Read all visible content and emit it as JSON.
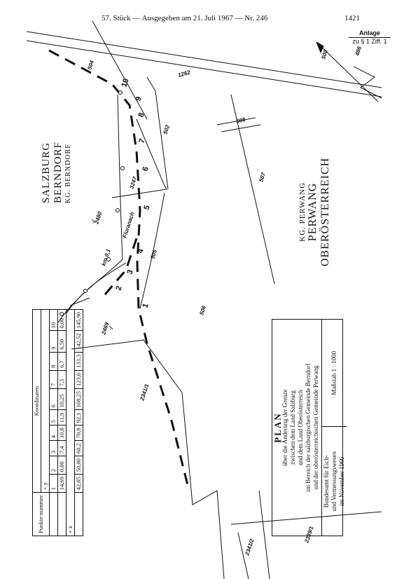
{
  "header": {
    "left": "57. Stück — Ausgegeben am 21. Juli 1967 — Nr. 246",
    "page": "1421"
  },
  "anlage": {
    "title": "Anlage",
    "ref": "zu § 1 Ziff. 1"
  },
  "regions": {
    "salzburg": [
      "SALZBURG",
      "BERNDORF",
      "KG. BERNDORF"
    ],
    "ooe": [
      "KG. PERWANG",
      "PERWANG",
      "OBERÖSTERREICH"
    ]
  },
  "parcels": [
    "486",
    "500",
    "504",
    "1262",
    "508",
    "502",
    "507",
    "3247",
    "2480",
    "506",
    "505",
    "2469",
    "2341/1",
    "2341/2",
    "2339/1"
  ],
  "points": [
    "1",
    "2",
    "3",
    "4",
    "5",
    "6",
    "7",
    "8",
    "9",
    "10"
  ],
  "annotations": {
    "km": "km 0,1",
    "stream": "Fluranach",
    "dots1": "·/",
    "dots2": "·/"
  },
  "plan_box": {
    "title": "PLAN",
    "lines": [
      "über die Änderung der Grenze",
      "zwischen dem Land Salzburg",
      "und dem Land Oberösterreich",
      "im Bereich der salzburgischen Gemeinde Berndorf",
      "und der oberösterreichischen Gemeinde Perwang"
    ],
    "office": [
      "Bundesamt für Eich-",
      "und Vermessungswesen",
      "im November 1966"
    ],
    "scale": "Maßstab 1 : 1000"
  },
  "coord_table": {
    "col_point": "Punkte-nummer",
    "col_group": "Koordinaten",
    "col_y": "+ y",
    "col_x": "+ x",
    "rows": [
      [
        "1",
        "14,69",
        "42,05"
      ],
      [
        "2",
        "0,00",
        "50,00"
      ],
      [
        "3",
        "7,4",
        "60,2"
      ],
      [
        "4",
        "10,8",
        "70,8"
      ],
      [
        "5",
        "11,9",
        "92,1"
      ],
      [
        "6",
        "10,25",
        "108,25"
      ],
      [
        "7",
        "7,5",
        "123,0"
      ],
      [
        "8",
        "6,7",
        "133,3"
      ],
      [
        "9",
        "6,50",
        "142,52"
      ],
      [
        "10",
        "0,00",
        "145,90"
      ]
    ]
  }
}
